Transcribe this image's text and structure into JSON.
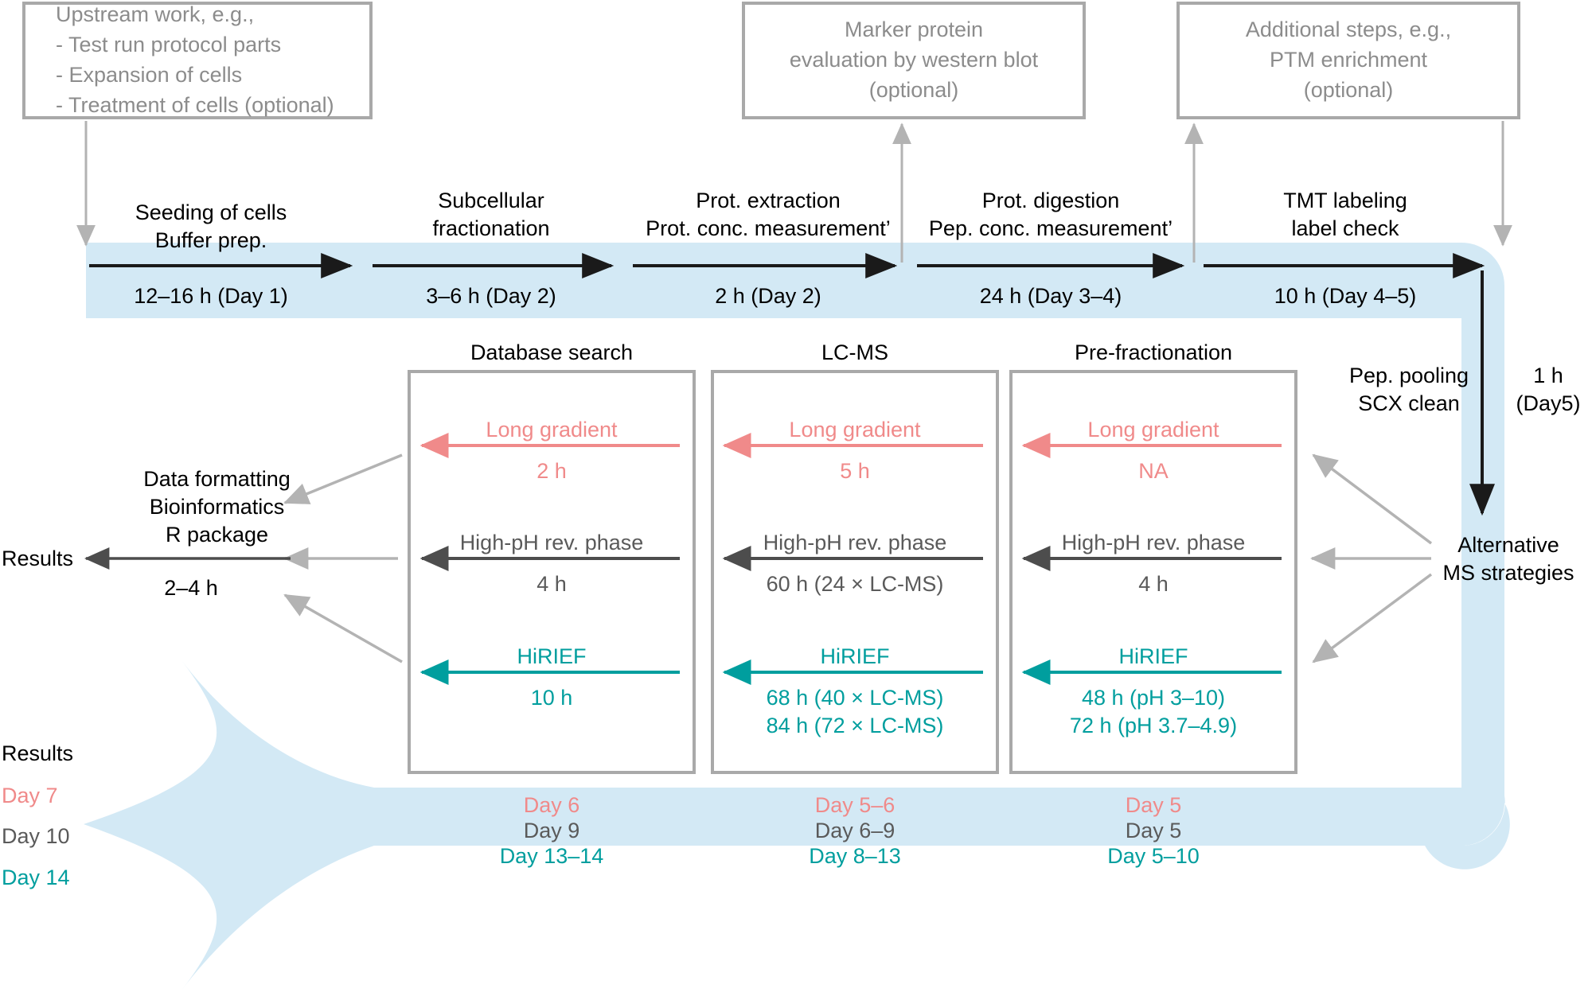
{
  "meta": {
    "colors": {
      "band_blue": "#d3e9f5",
      "pink": "#f08a8a",
      "grey": "#5a5a5a",
      "teal": "#009e9e",
      "box_border": "#a9a9a9",
      "box_text": "#8c8c8c",
      "black": "#000000",
      "connector_grey": "#b3b3b3"
    }
  },
  "optional_boxes": [
    {
      "name": "upstream-work",
      "lines": [
        "Upstream work, e.g.,",
        "- Test run protocol parts",
        "- Expansion of cells",
        "- Treatment of cells (optional)"
      ]
    },
    {
      "name": "marker-protein",
      "lines": [
        "Marker protein",
        "evaluation by western blot",
        "(optional)"
      ]
    },
    {
      "name": "additional-steps",
      "lines": [
        "Additional steps, e.g.,",
        "PTM enrichment",
        "(optional)"
      ]
    }
  ],
  "timeline": {
    "steps": [
      {
        "label": [
          "Seeding of cells",
          "Buffer prep."
        ],
        "duration": "12–16 h (Day 1)"
      },
      {
        "label": [
          "Subcellular",
          "fractionation"
        ],
        "duration": "3–6 h (Day 2)"
      },
      {
        "label": [
          "Prot. extraction",
          "Prot. conc. measurement’"
        ],
        "duration": "2 h (Day 2)"
      },
      {
        "label": [
          "Prot. digestion",
          "Pep. conc. measurement’"
        ],
        "duration": "24 h (Day 3–4)"
      },
      {
        "label": [
          "TMT labeling",
          "label check"
        ],
        "duration": "10 h (Day 4–5)"
      }
    ]
  },
  "pooling": {
    "label": [
      "Pep. pooling",
      "SCX clean"
    ],
    "duration": [
      "1 h",
      "(Day5)"
    ]
  },
  "alternative": {
    "label": [
      "Alternative",
      "MS strategies"
    ]
  },
  "panels": [
    {
      "name": "database-search",
      "title": "Database search",
      "rows": [
        {
          "name": "long-gradient",
          "label": "Long gradient",
          "color_role": "pink",
          "values": [
            "2 h"
          ]
        },
        {
          "name": "high-ph-rev-phase",
          "label": "High-pH rev. phase",
          "color_role": "grey",
          "values": [
            "4 h"
          ]
        },
        {
          "name": "hirief",
          "label": "HiRIEF",
          "color_role": "teal",
          "values": [
            "10 h"
          ]
        }
      ],
      "days": [
        {
          "text": "Day 6",
          "color_role": "pink"
        },
        {
          "text": "Day 9",
          "color_role": "grey"
        },
        {
          "text": "Day 13–14",
          "color_role": "teal"
        }
      ]
    },
    {
      "name": "lc-ms",
      "title": "LC-MS",
      "rows": [
        {
          "name": "long-gradient",
          "label": "Long gradient",
          "color_role": "pink",
          "values": [
            "5 h"
          ]
        },
        {
          "name": "high-ph-rev-phase",
          "label": "High-pH rev. phase",
          "color_role": "grey",
          "values": [
            "60 h (24 × LC-MS)"
          ]
        },
        {
          "name": "hirief",
          "label": "HiRIEF",
          "color_role": "teal",
          "values": [
            "68 h (40 × LC-MS)",
            "84 h (72 × LC-MS)"
          ]
        }
      ],
      "days": [
        {
          "text": "Day 5–6",
          "color_role": "pink"
        },
        {
          "text": "Day 6–9",
          "color_role": "grey"
        },
        {
          "text": "Day 8–13",
          "color_role": "teal"
        }
      ]
    },
    {
      "name": "pre-fractionation",
      "title": "Pre-fractionation",
      "rows": [
        {
          "name": "long-gradient",
          "label": "Long gradient",
          "color_role": "pink",
          "values": [
            "NA"
          ]
        },
        {
          "name": "high-ph-rev-phase",
          "label": "High-pH rev. phase",
          "color_role": "grey",
          "values": [
            "4 h"
          ]
        },
        {
          "name": "hirief",
          "label": "HiRIEF",
          "color_role": "teal",
          "values": [
            "48 h (pH 3–10)",
            "72 h (pH 3.7–4.9)"
          ]
        }
      ],
      "days": [
        {
          "text": "Day 5",
          "color_role": "pink"
        },
        {
          "text": "Day 5",
          "color_role": "grey"
        },
        {
          "text": "Day 5–10",
          "color_role": "teal"
        }
      ]
    }
  ],
  "downstream": {
    "label": [
      "Data formatting",
      "Bioinformatics",
      "R package"
    ],
    "duration": "2–4 h",
    "results_label": "Results"
  },
  "results_summary": {
    "title": "Results",
    "days": [
      {
        "text": "Day 7",
        "color_role": "pink"
      },
      {
        "text": "Day 10",
        "color_role": "grey"
      },
      {
        "text": "Day 14",
        "color_role": "teal"
      }
    ]
  }
}
